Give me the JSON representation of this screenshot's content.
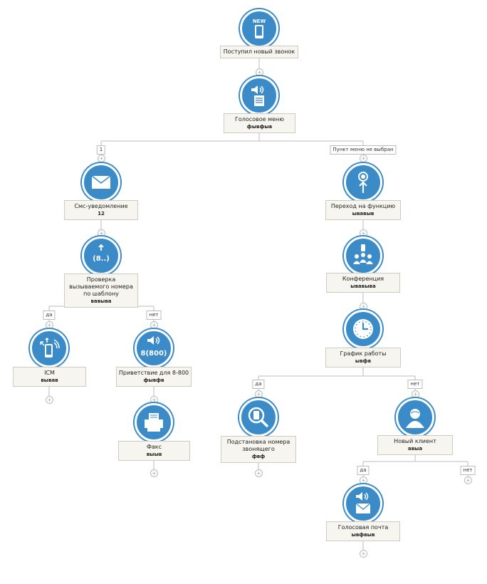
{
  "nodes": {
    "incoming_call": {
      "title": "Поступил новый звонок",
      "sub": "",
      "icon": "new-phone-icon",
      "badge": "NEW"
    },
    "voice_menu": {
      "title": "Голосовое меню",
      "sub": "фывфыв",
      "icon": "speaker-menu-icon"
    },
    "sms": {
      "title": "Смс-уведомление",
      "sub": "12",
      "icon": "envelope-icon"
    },
    "number_check": {
      "title": "Проверка вызываемого номера по шаблону",
      "sub": "вавыва",
      "icon": "number-search-icon",
      "glyph": "(8..)"
    },
    "icm": {
      "title": "ICM",
      "sub": "вывав",
      "icon": "phone-signal-icon"
    },
    "greeting": {
      "title": "Приветствие для 8-800",
      "sub": "фывфв",
      "icon": "speaker-8800-icon",
      "glyph": "8(800)"
    },
    "fax": {
      "title": "Факс",
      "sub": "выыв",
      "icon": "fax-icon"
    },
    "goto": {
      "title": "Переход на функцию",
      "sub": "ывавыв",
      "icon": "arrow-up-target-icon"
    },
    "conference": {
      "title": "Конференция",
      "sub": "ывавыва",
      "icon": "conference-group-icon"
    },
    "schedule": {
      "title": "График работы",
      "sub": "ывфв",
      "icon": "clock-icon"
    },
    "caller_sub": {
      "title": "Подстановка номера звонящего",
      "sub": "фвф",
      "icon": "phone-search-icon"
    },
    "new_client": {
      "title": "Новый клиент",
      "sub": "авыа",
      "icon": "person-icon"
    },
    "voicemail": {
      "title": "Голосовая почта",
      "sub": "ывфвыв",
      "icon": "speaker-mail-icon"
    }
  },
  "branch_labels": {
    "menu_1": "1",
    "menu_none": "Пункт меню не выбран",
    "check_yes": "да",
    "check_no": "нет",
    "sched_yes": "да",
    "sched_no": "нет",
    "client_yes": "да",
    "client_no": "нет"
  },
  "add_symbol": "+",
  "colors": {
    "accent": "#3a8bc8",
    "label_bg": "#f7f5ef",
    "line": "#bbbbbb"
  }
}
